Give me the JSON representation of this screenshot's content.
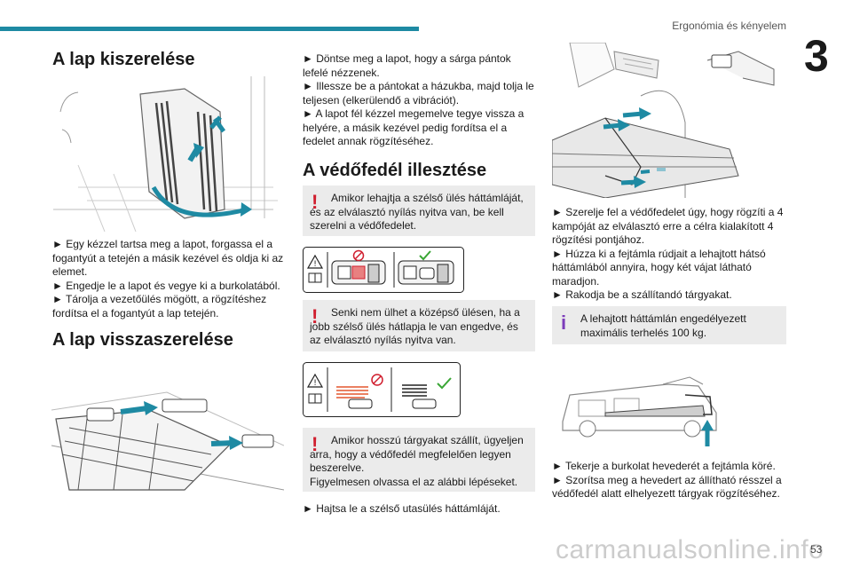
{
  "header": {
    "title": "Ergonómia és kényelem",
    "chapter": "3",
    "page": "53"
  },
  "watermark": "carmanualsonline.info",
  "section1": {
    "heading": "A lap kiszerelése",
    "steps": [
      "► Egy kézzel tartsa meg a lapot, forgassa el a fogantyút a tetején a másik kezével és oldja ki az elemet.",
      "► Engedje le a lapot és vegye ki a burkolatából.",
      "► Tárolja a vezetőülés mögött, a rögzítéshez fordítsa el a fogantyút a lap tetején."
    ]
  },
  "section2": {
    "heading": "A lap visszaszerelése"
  },
  "middle": {
    "steps": [
      "► Döntse meg a lapot, hogy a sárga pántok lefelé nézzenek.",
      "► Illessze be a pántokat a házukba, majd tolja le teljesen (elkerülendő a vibrációt).",
      "► A lapot fél kézzel megemelve tegye vissza a helyére, a másik kezével pedig fordítsa el a fedelet annak rögzítéséhez."
    ],
    "heading": "A védőfedél illesztése",
    "warning1": {
      "line1": "Amikor lehajtja a szélső ülés háttámláját,",
      "rest": "és az elválasztó nyílás nyitva van, be kell szerelni a védőfedelet."
    },
    "warning2": {
      "line1": "Senki nem ülhet a középső ülésen, ha a",
      "rest": "jobb szélső ülés hátlapja le van engedve, és az elválasztó nyílás nyitva van."
    },
    "warning3": {
      "line1": "Amikor hosszú tárgyakat szállít, ügyeljen",
      "rest": "arra, hogy a védőfedél megfelelően legyen beszerelve.",
      "extra": "Figyelmesen olvassa el az alábbi lépéseket."
    },
    "last_step": "► Hajtsa le a szélső utasülés háttámláját."
  },
  "right": {
    "steps1": [
      "► Szerelje fel a védőfedelet úgy, hogy rögzíti a 4 kampóját az elválasztó erre a célra kialakított 4 rögzítési pontjához.",
      "► Húzza ki a fejtámla rúdjait a lehajtott hátsó háttámlából annyira, hogy két vájat látható maradjon.",
      "► Rakodja be a szállítandó tárgyakat."
    ],
    "info": {
      "line1": "A lehajtott háttámlán engedélyezett",
      "rest": "maximális terhelés 100 kg."
    },
    "steps2": [
      "► Tekerje a burkolat hevederét a fejtámla köré.",
      "► Szorítsa meg a hevedert az állítható résszel a védőfedél alatt elhelyezett tárgyak rögzítéséhez."
    ]
  },
  "colors": {
    "accent": "#1e8aa3",
    "warning": "#d01e2e",
    "info": "#7c3cba",
    "ok": "#3aa635",
    "note_bg": "#ebebeb"
  },
  "icons": [
    "warning-exclamation-icon",
    "info-icon",
    "prohibited-icon",
    "checkmark-icon",
    "warning-triangle-icon",
    "manual-book-icon"
  ]
}
